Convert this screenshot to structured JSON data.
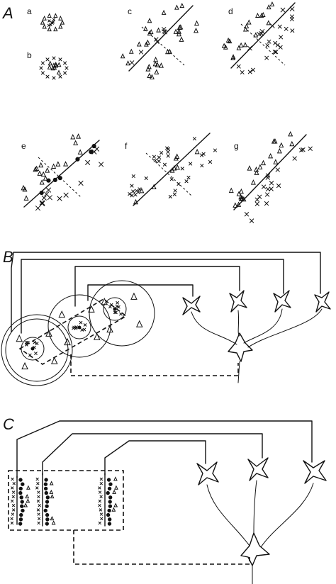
{
  "panels": {
    "a_label": "A",
    "b_label": "B",
    "c_label": "C"
  },
  "subpanels": {
    "a": "a",
    "b": "b",
    "c": "c",
    "d": "d",
    "e": "e",
    "f": "f",
    "g": "g"
  },
  "colors": {
    "ink": "#111111",
    "background": "#ffffff"
  }
}
